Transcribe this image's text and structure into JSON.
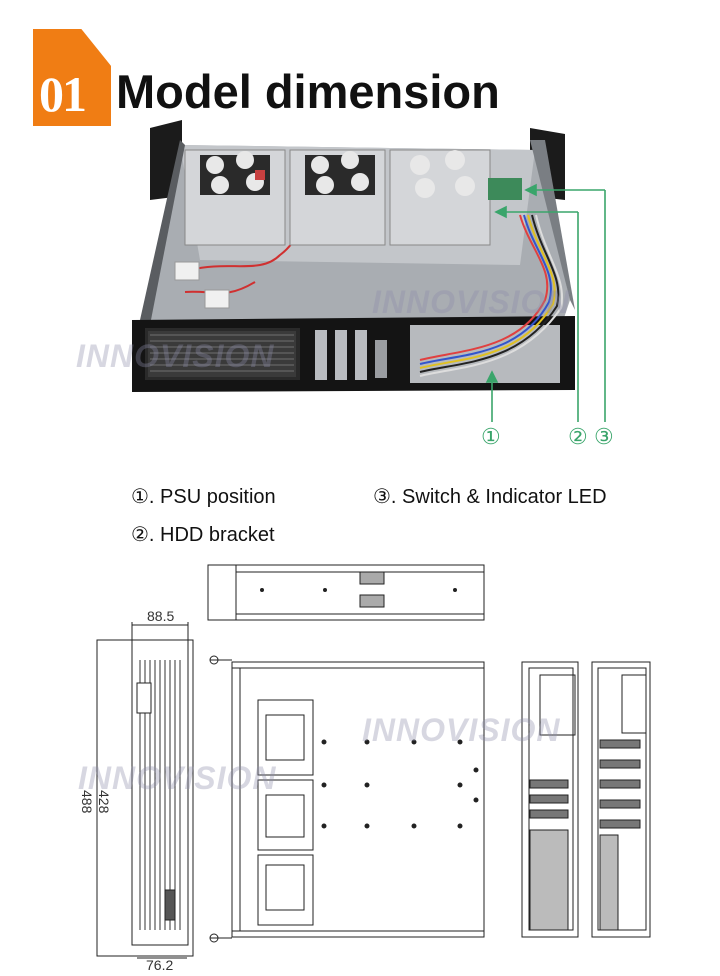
{
  "header": {
    "number": "01",
    "title": "Model dimension"
  },
  "callouts": {
    "c1": "①",
    "c2": "②",
    "c3": "③"
  },
  "legend": {
    "item1": "①. PSU position",
    "item2": "②. HDD bracket",
    "item3": "③. Switch & Indicator LED"
  },
  "dimensions": {
    "width_top": "88.5",
    "depth_outer": "488",
    "depth_inner": "428",
    "width_bottom": "76.2"
  },
  "watermark": "INNOVISION",
  "colors": {
    "badge": "#f07d14",
    "callout": "#3aa56b"
  }
}
